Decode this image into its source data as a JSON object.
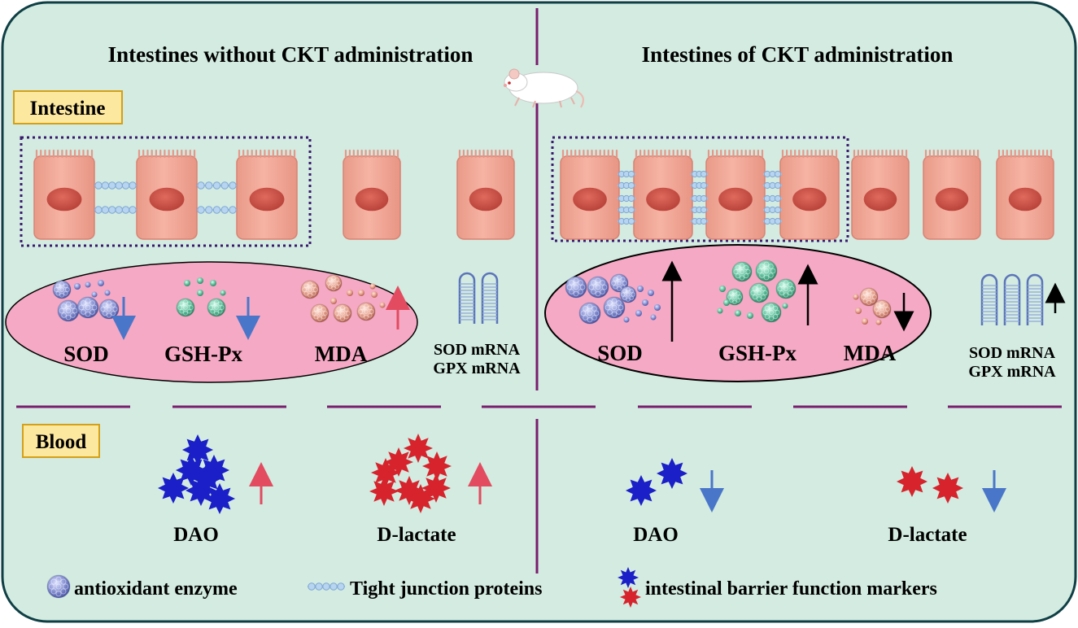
{
  "colors": {
    "panel_bg": "#d3ebe0",
    "panel_border": "#0f3f45",
    "divider": "#7a1e6e",
    "dotted_box": "#3a1a6e",
    "cell_fill": "#f1a694",
    "cell_nucleus": "#d4574a",
    "ellipse_fill": "#f5a9c4",
    "section_label_bg": "#fde8a0",
    "section_label_border": "#d4a017",
    "arrow_red": "#e24b60",
    "arrow_blue": "#4a76c9",
    "arrow_black": "#000000",
    "enzyme_sod": "#8c96d6",
    "enzyme_gsh": "#66c4a2",
    "enzyme_mda": "#e8a38f",
    "marker_blue": "#1a1fc8",
    "marker_red": "#d6232c"
  },
  "headers": {
    "left": "Intestines without CKT administration",
    "right": "Intestines of CKT administration"
  },
  "sections": {
    "intestine": "Intestine",
    "blood": "Blood"
  },
  "left_panel": {
    "enzymes": [
      {
        "label": "SOD",
        "icon": "antioxidant-enzyme-icon",
        "trend": "down"
      },
      {
        "label": "GSH-Px",
        "icon": "antioxidant-enzyme-icon",
        "trend": "down"
      },
      {
        "label": "MDA",
        "icon": "antioxidant-enzyme-icon",
        "trend": "up"
      }
    ],
    "mrna": [
      "SOD mRNA",
      "GPX mRNA"
    ],
    "blood": [
      {
        "label": "DAO",
        "icon": "star-marker-icon",
        "trend": "up"
      },
      {
        "label": "D-lactate",
        "icon": "star-marker-icon",
        "trend": "up"
      }
    ]
  },
  "right_panel": {
    "enzymes": [
      {
        "label": "SOD",
        "icon": "antioxidant-enzyme-icon",
        "trend": "up"
      },
      {
        "label": "GSH-Px",
        "icon": "antioxidant-enzyme-icon",
        "trend": "up"
      },
      {
        "label": "MDA",
        "icon": "antioxidant-enzyme-icon",
        "trend": "down"
      }
    ],
    "mrna": [
      "SOD mRNA",
      "GPX mRNA"
    ],
    "mrna_trend": "up",
    "blood": [
      {
        "label": "DAO",
        "icon": "star-marker-icon",
        "trend": "down"
      },
      {
        "label": "D-lactate",
        "icon": "star-marker-icon",
        "trend": "down"
      }
    ]
  },
  "legend": {
    "enzyme": "antioxidant enzyme",
    "tight_junction": "Tight junction proteins",
    "markers": "intestinal barrier function markers"
  },
  "icons": [
    "mouse-icon",
    "antioxidant-enzyme-icon",
    "tight-junction-icon",
    "star-marker-icon",
    "rna-hairpin-icon"
  ]
}
